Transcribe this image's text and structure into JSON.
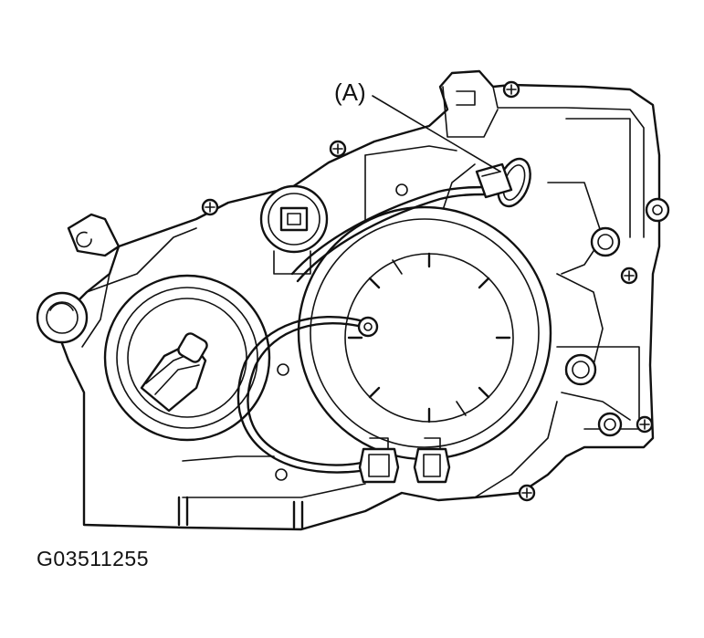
{
  "callout": {
    "label": "(A)"
  },
  "figure": {
    "id": "G03511255"
  },
  "icons": [
    "headlamp-assembly-drawing",
    "screw-icon",
    "connector-icon",
    "bulb-socket-icon",
    "leader-line"
  ]
}
